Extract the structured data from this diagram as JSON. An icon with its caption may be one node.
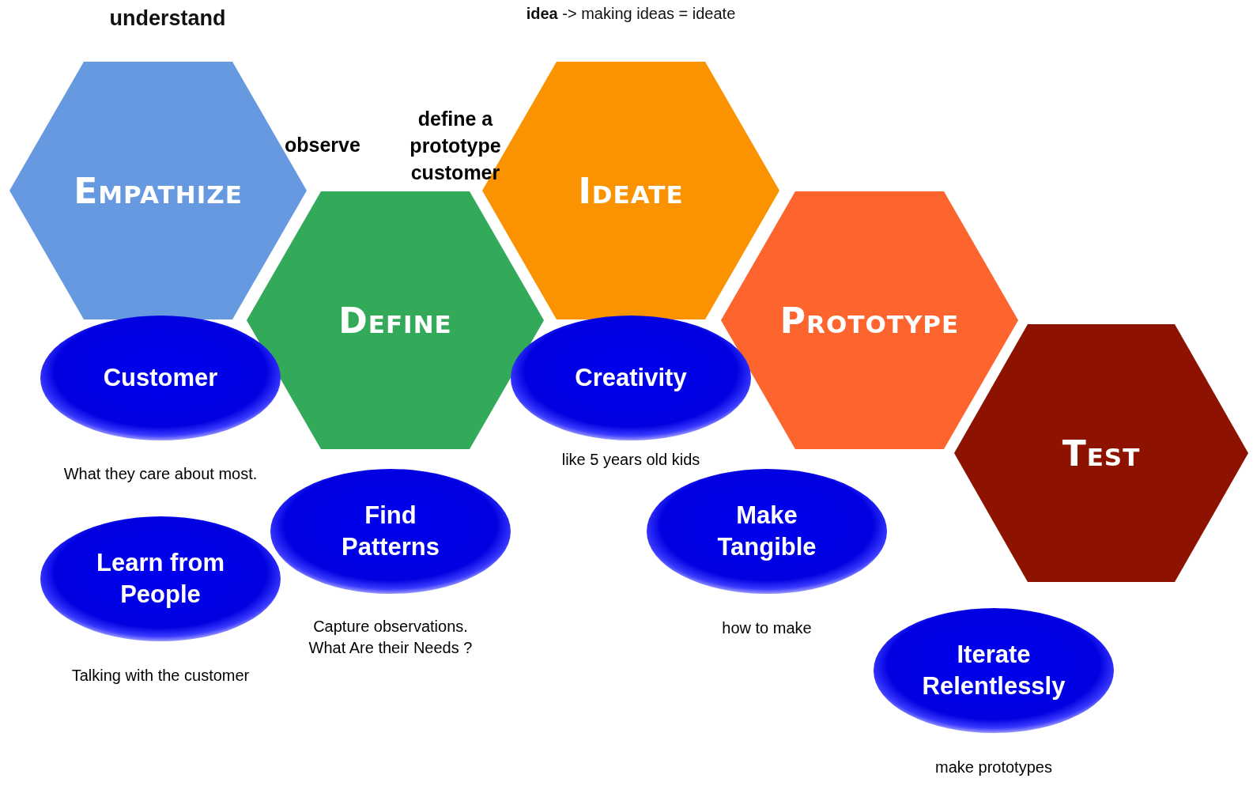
{
  "diagram": {
    "nodes": [
      {
        "text": [
          "Empathize"
        ],
        "beside": [
          "understand"
        ]
      },
      {
        "text": [
          "Define"
        ]
      },
      {
        "text": [
          "Ideate"
        ],
        "beside": [
          "**idea** -> making ideas = ideate"
        ]
      },
      {
        "text": [
          "Prototype"
        ]
      },
      {
        "text": [
          "Test"
        ]
      },
      {
        "text": [
          "Customer"
        ]
      },
      {
        "text": [
          "Learn from People"
        ]
      },
      {
        "text": [
          "Find Patterns"
        ]
      },
      {
        "text": [
          "Creativity"
        ]
      },
      {
        "text": [
          "Make Tangible"
        ]
      },
      {
        "text": [
          "Iterate Relentlessly"
        ]
      }
    ],
    "edges": [],
    "labels": [
      "observe",
      "define a prototype customer",
      "like 5 years old kids",
      "What they care about most.",
      "Capture observations. What Are their Needs ?",
      "how to make",
      "Talking with the customer",
      "make prototypes"
    ]
  }
}
